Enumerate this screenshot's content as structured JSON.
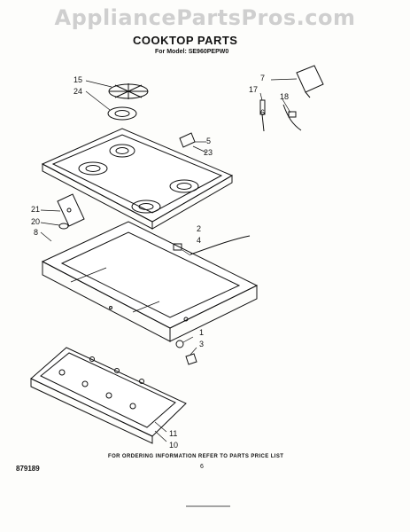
{
  "watermark": "AppliancePartsPros.com",
  "title": "COOKTOP PARTS",
  "model_line": "For Model: SE960PEPW0",
  "callouts": {
    "c15": "15",
    "c24": "24",
    "c7": "7",
    "c17": "17",
    "c18": "18",
    "c6": "6",
    "c5": "5",
    "c23": "23",
    "c21": "21",
    "c20": "20",
    "c8": "8",
    "c2": "2",
    "c4": "4",
    "c1": "1",
    "c3": "3",
    "c11": "11",
    "c10": "10"
  },
  "footer": {
    "doc_number": "879189",
    "ordering_note": "FOR ORDERING INFORMATION REFER TO PARTS PRICE LIST",
    "page_number": "6"
  }
}
